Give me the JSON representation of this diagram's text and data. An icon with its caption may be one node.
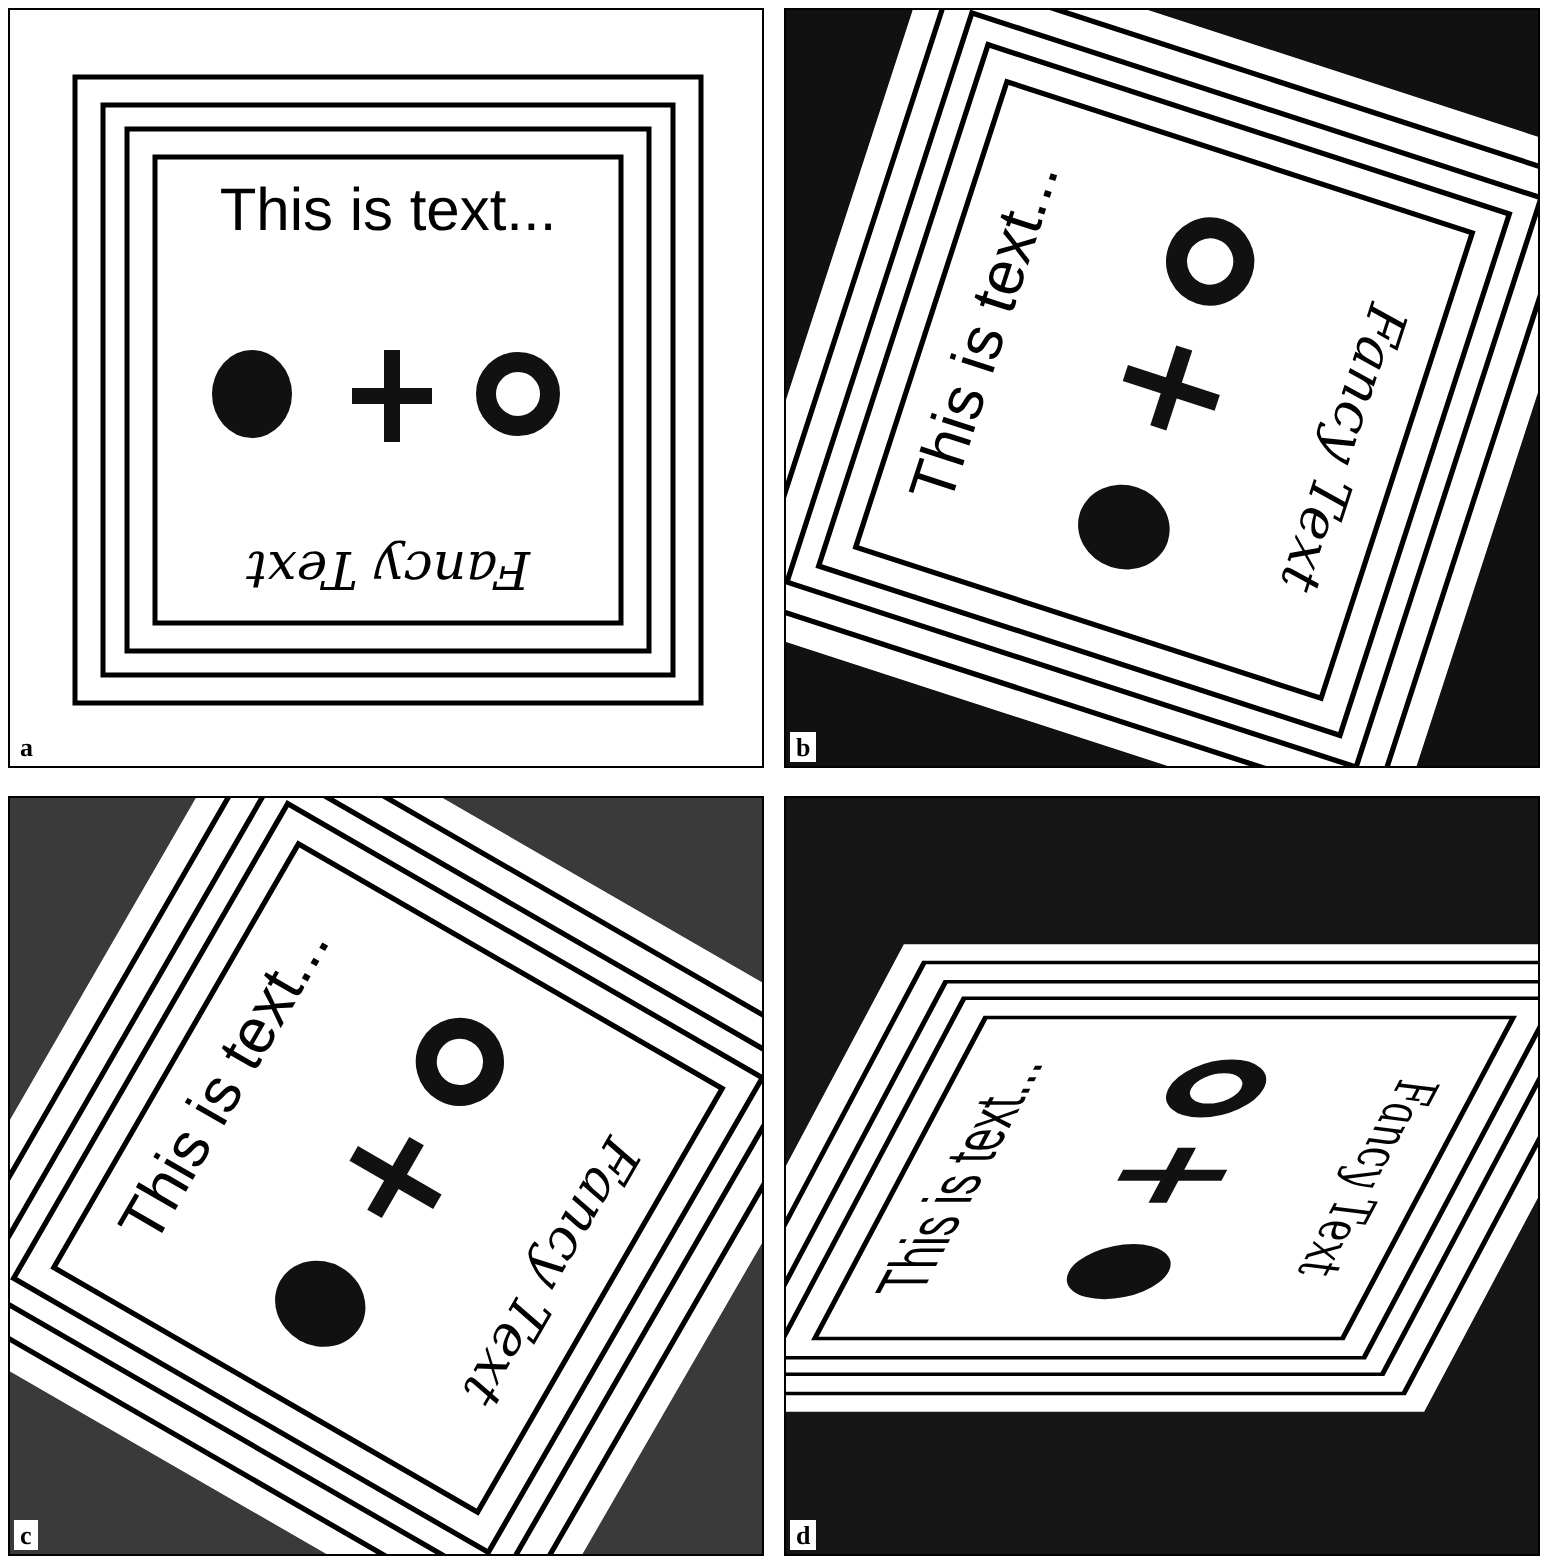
{
  "diagram": {
    "nodes": [
      {
        "text": [
          "This is text...",
          "Fancy Text"
        ]
      },
      {
        "text": [
          "This is text...",
          "Fancy Text"
        ]
      },
      {
        "text": [
          "This is text...",
          "Fancy Text"
        ]
      },
      {
        "text": [
          "This is text...",
          "Fancy Text"
        ]
      }
    ],
    "labels": [
      "a",
      "b",
      "c",
      "d"
    ]
  }
}
